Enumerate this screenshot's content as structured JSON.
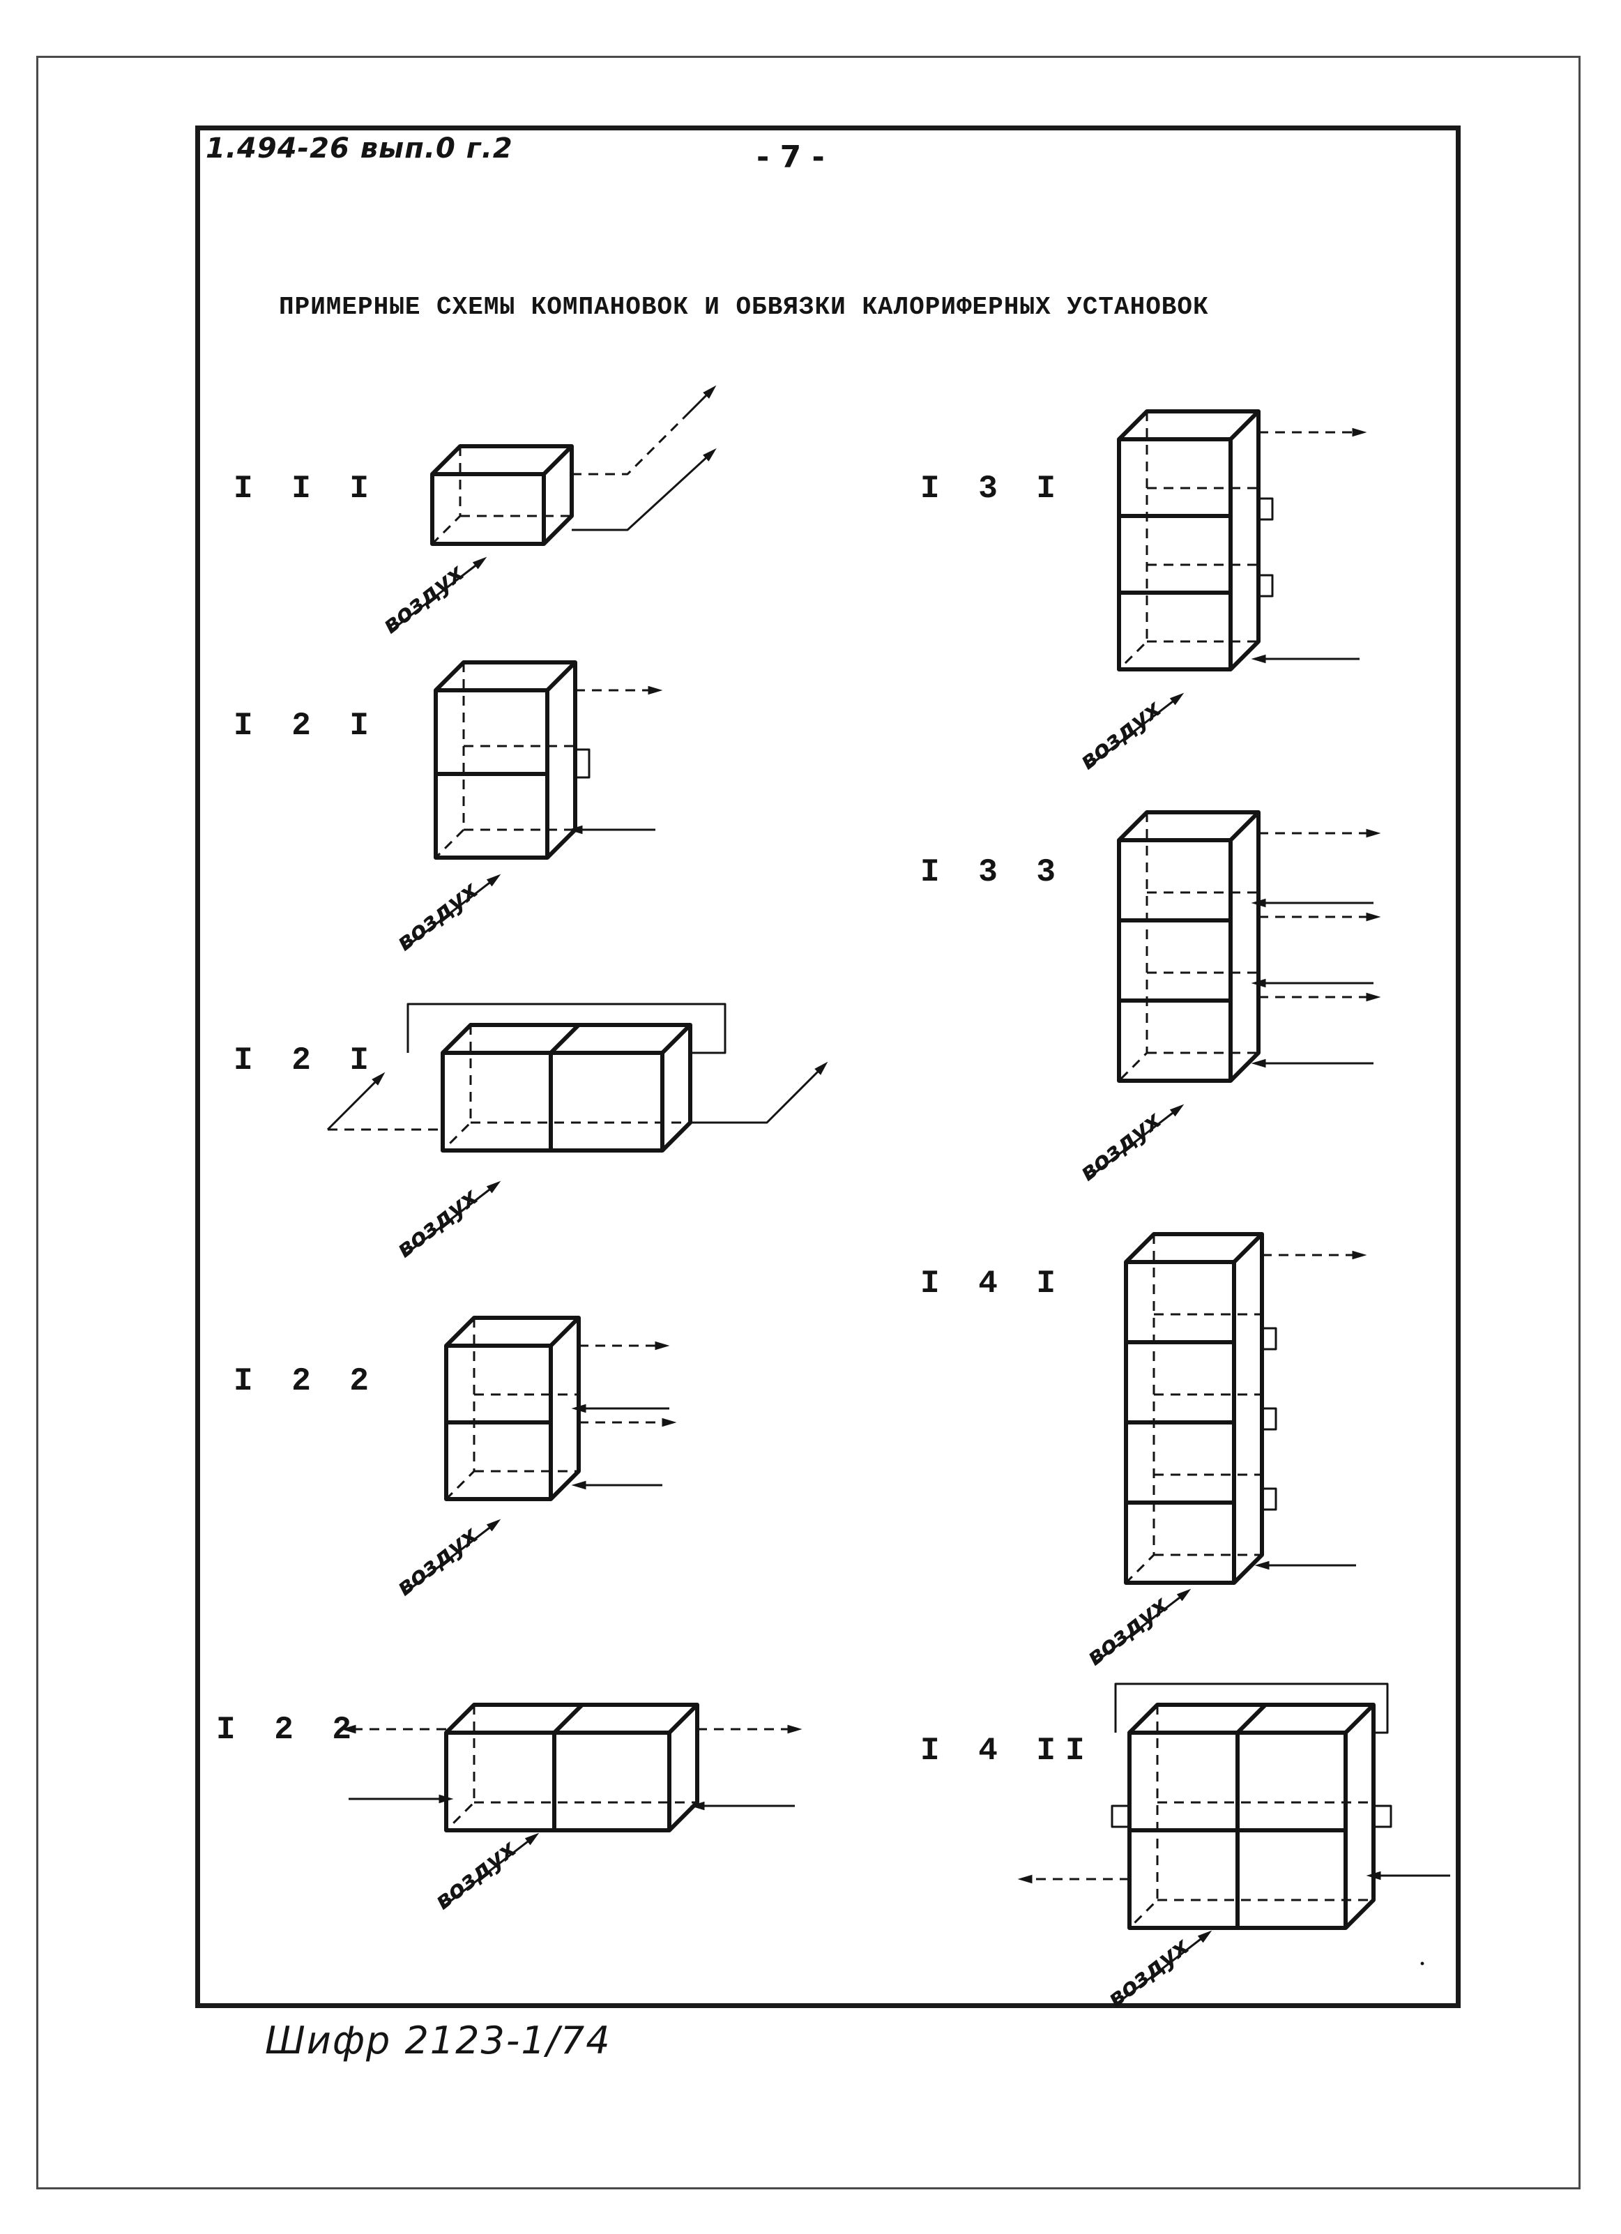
{
  "header": {
    "doc_code": "1.494-26 вып.0 г.2",
    "page_number": "- 7 -"
  },
  "title": "ПРИМЕРНЫЕ СХЕМЫ КОМПАНОВОК И ОБВЯЗКИ КАЛОРИФЕРНЫХ УСТАНОВОК",
  "scheme_labels": {
    "s1": "I I I",
    "s2": "I 2 I",
    "s3": "I 2 I",
    "s4": "I 2 2",
    "s5": "I 2 2",
    "s6": "I 3 I",
    "s7": "I 3 3",
    "s8": "I 4 I",
    "s9": "I 4 II"
  },
  "air_label": "воздух",
  "footer": {
    "cipher": "Шифр 2123-1/74"
  },
  "colors": {
    "ink": "#141414",
    "paper": "#ffffff"
  }
}
